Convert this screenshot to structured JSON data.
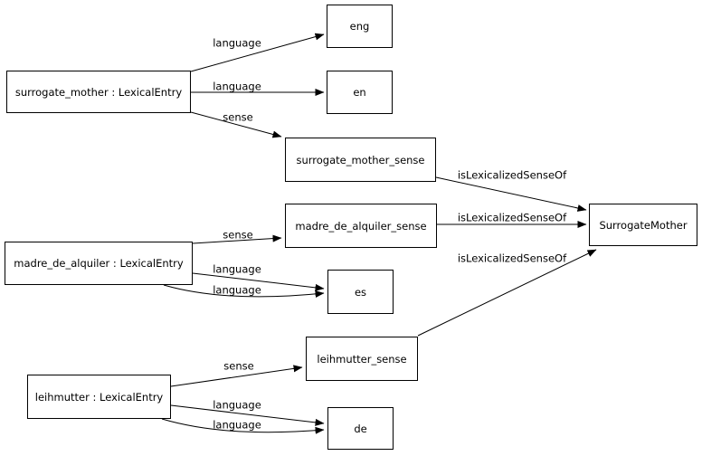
{
  "nodes": {
    "surrogate_mother": {
      "label": "surrogate_mother : LexicalEntry"
    },
    "eng": {
      "label": "eng"
    },
    "en": {
      "label": "en"
    },
    "surrogate_mother_sense": {
      "label": "surrogate_mother_sense"
    },
    "madre_de_alquiler": {
      "label": "madre_de_alquiler : LexicalEntry"
    },
    "madre_de_alquiler_sense": {
      "label": "madre_de_alquiler_sense"
    },
    "es": {
      "label": "es"
    },
    "leihmutter": {
      "label": "leihmutter : LexicalEntry"
    },
    "leihmutter_sense": {
      "label": "leihmutter_sense"
    },
    "de": {
      "label": "de"
    },
    "surrogate_mother_concept": {
      "label": "SurrogateMother"
    }
  },
  "edges": [
    {
      "from": "surrogate_mother",
      "to": "eng",
      "label": "language"
    },
    {
      "from": "surrogate_mother",
      "to": "en",
      "label": "language"
    },
    {
      "from": "surrogate_mother",
      "to": "surrogate_mother_sense",
      "label": "sense"
    },
    {
      "from": "surrogate_mother_sense",
      "to": "surrogate_mother_concept",
      "label": "isLexicalizedSenseOf"
    },
    {
      "from": "madre_de_alquiler",
      "to": "madre_de_alquiler_sense",
      "label": "sense"
    },
    {
      "from": "madre_de_alquiler",
      "to": "es",
      "label": "language"
    },
    {
      "from": "madre_de_alquiler",
      "to": "es",
      "label": "language"
    },
    {
      "from": "madre_de_alquiler_sense",
      "to": "surrogate_mother_concept",
      "label": "isLexicalizedSenseOf"
    },
    {
      "from": "leihmutter",
      "to": "leihmutter_sense",
      "label": "sense"
    },
    {
      "from": "leihmutter",
      "to": "de",
      "label": "language"
    },
    {
      "from": "leihmutter",
      "to": "de",
      "label": "language"
    },
    {
      "from": "leihmutter_sense",
      "to": "surrogate_mother_concept",
      "label": "isLexicalizedSenseOf"
    }
  ],
  "colors": {
    "background": "#ffffff",
    "node_fill": "#ffffff",
    "node_border": "#000000",
    "edge": "#000000",
    "text": "#000000"
  }
}
